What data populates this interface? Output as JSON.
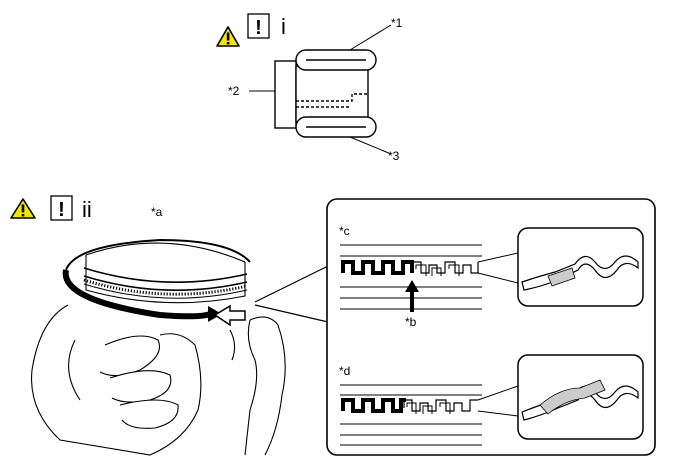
{
  "upper_figure": {
    "step_label": "i",
    "alert_mark": "!",
    "callouts": [
      "*1",
      "*2",
      "*3"
    ]
  },
  "lower_figure": {
    "step_label": "ii",
    "alert_mark": "!",
    "callouts": [
      "*a",
      "*b",
      "*c",
      "*d"
    ]
  },
  "icons": [
    "warning-triangle-icon",
    "caution-exclamation-icon"
  ],
  "colors": {
    "line": "#000000",
    "warning_fill": "#f5e600",
    "background": "#ffffff"
  }
}
